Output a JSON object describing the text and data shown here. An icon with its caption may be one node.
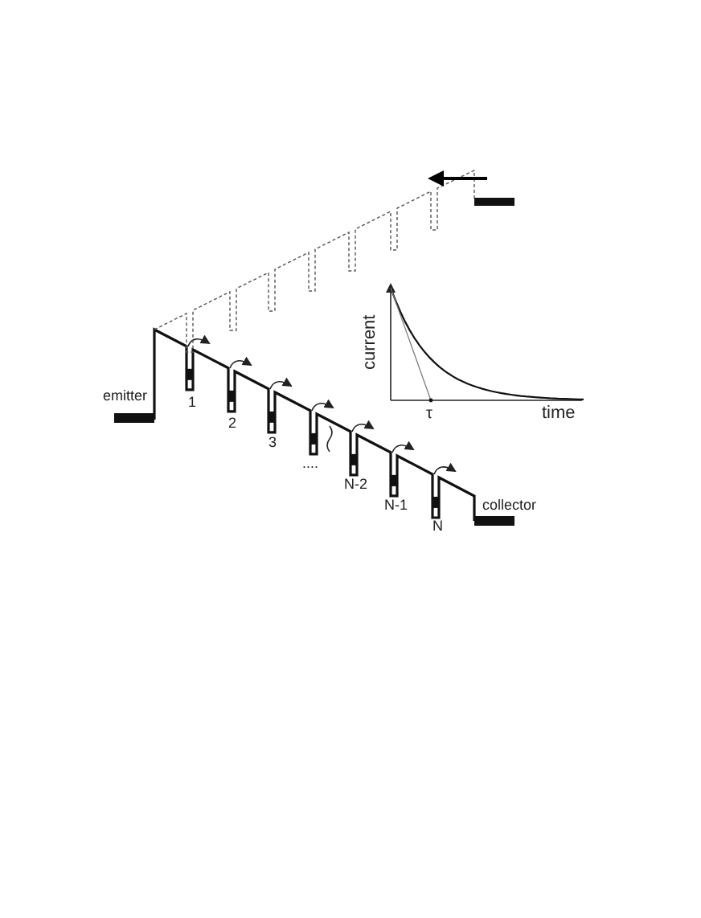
{
  "diagram": {
    "labels": [
      "current",
      "emitter",
      "τ",
      "time",
      "1",
      "2",
      "3",
      "....",
      "N-2",
      "N-1",
      "N",
      "collector"
    ]
  }
}
